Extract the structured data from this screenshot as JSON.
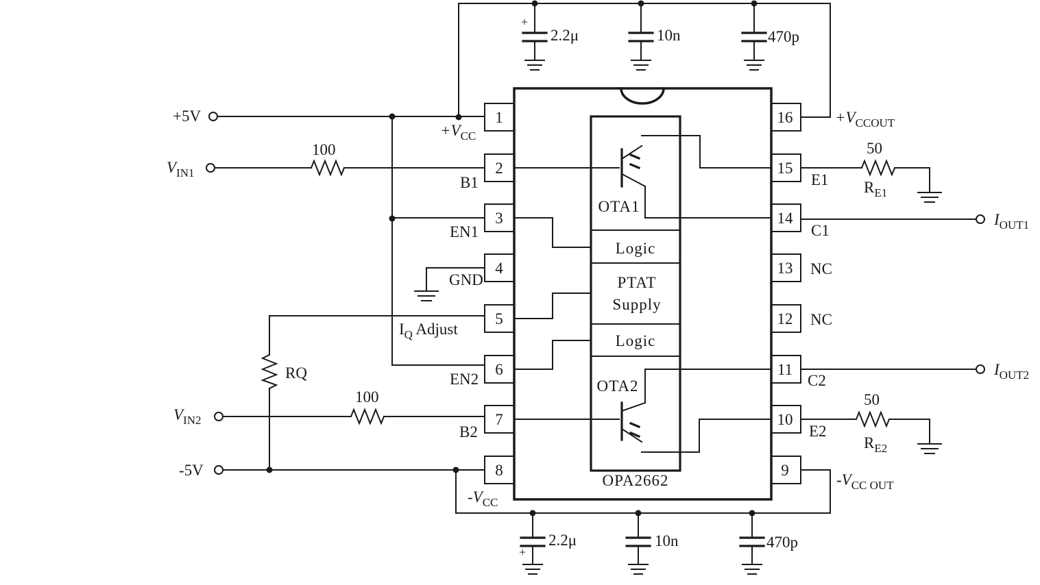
{
  "chip": {
    "name": "OPA2662",
    "pins": [
      {
        "num": "1",
        "label": "+VCC"
      },
      {
        "num": "2",
        "label": "B1"
      },
      {
        "num": "3",
        "label": "EN1"
      },
      {
        "num": "4",
        "label": "GND"
      },
      {
        "num": "5",
        "label": "IQ Adjust"
      },
      {
        "num": "6",
        "label": "EN2"
      },
      {
        "num": "7",
        "label": "B2"
      },
      {
        "num": "8",
        "label": "-VCC"
      },
      {
        "num": "9",
        "label": "-VCC OUT"
      },
      {
        "num": "10",
        "label": "E2"
      },
      {
        "num": "11",
        "label": "C2"
      },
      {
        "num": "12",
        "label": "NC"
      },
      {
        "num": "13",
        "label": "NC"
      },
      {
        "num": "14",
        "label": "C1"
      },
      {
        "num": "15",
        "label": "E1"
      },
      {
        "num": "16",
        "label": "+VCCOUT"
      }
    ],
    "blocks": {
      "ota1": "OTA1",
      "logic1": "Logic",
      "ptat_line1": "PTAT",
      "ptat_line2": "Supply",
      "logic2": "Logic",
      "ota2": "OTA2"
    }
  },
  "labels": {
    "plus5v": "+5V",
    "minus5v": "-5V",
    "vin1_main": "V",
    "vin1_sub": "IN1",
    "vin2_main": "V",
    "vin2_sub": "IN2",
    "iout1_main": "I",
    "iout1_sub": "OUT1",
    "iout2_main": "I",
    "iout2_sub": "OUT2",
    "vcc_pos_main": "+V",
    "vcc_pos_sub": "CC",
    "vcc_neg_main": "-V",
    "vcc_neg_sub": "CC",
    "vccout_pos_main": "+V",
    "vccout_pos_sub": "CCOUT",
    "vccout_neg_main": "-V",
    "vccout_neg_sub": "CC OUT",
    "iq_main": "I",
    "iq_sub": "Q",
    "iq_rest": " Adjust",
    "b1": "B1",
    "b2": "B2",
    "en1": "EN1",
    "en2": "EN2",
    "gnd": "GND",
    "c1": "C1",
    "c2": "C2",
    "e1": "E1",
    "e2": "E2",
    "nc": "NC",
    "rq": "RQ",
    "re1_main": "R",
    "re1_sub": "E1",
    "re2_main": "R",
    "re2_sub": "E2"
  },
  "components": {
    "r_in1": "100",
    "r_in2": "100",
    "r_e1": "50",
    "r_e2": "50",
    "cap_top_1": "2.2μ",
    "cap_top_2": "10n",
    "cap_top_3": "470p",
    "cap_bot_1": "2.2μ",
    "cap_bot_2": "10n",
    "cap_bot_3": "470p",
    "cap_plus": "+"
  }
}
